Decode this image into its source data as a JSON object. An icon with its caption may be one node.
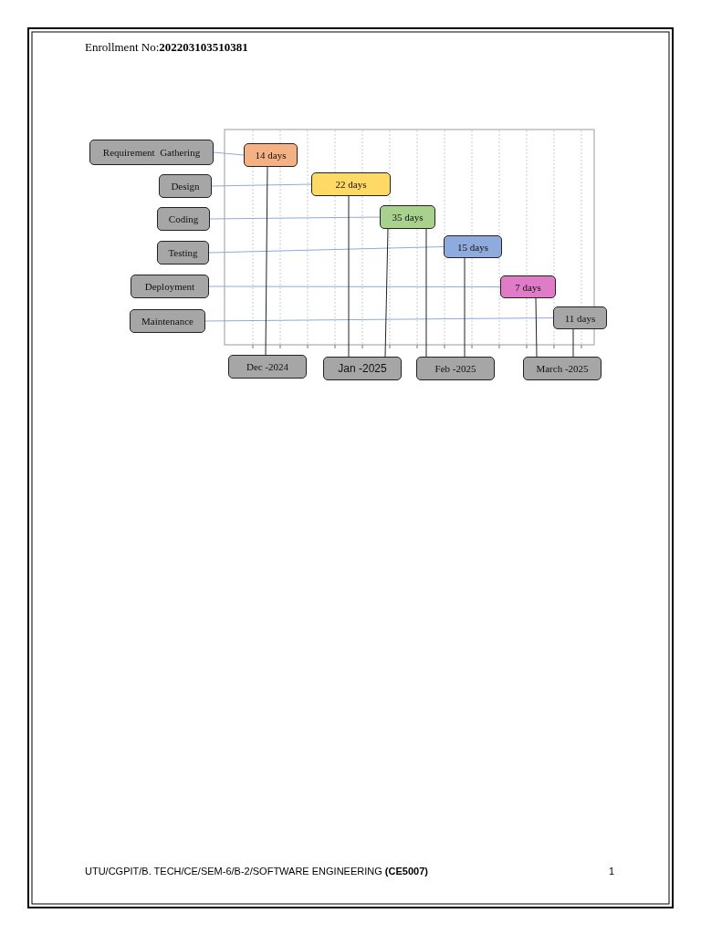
{
  "diagram": {
    "nodes": [
      {
        "text": [
          "Requirement  Gathering"
        ]
      },
      {
        "text": [
          "Design"
        ]
      },
      {
        "text": [
          "Coding"
        ]
      },
      {
        "text": [
          "Testing"
        ]
      },
      {
        "text": [
          "Deployment"
        ]
      },
      {
        "text": [
          "Maintenance"
        ]
      },
      {
        "text": [
          "14 days"
        ]
      },
      {
        "text": [
          "22 days"
        ]
      },
      {
        "text": [
          "35 days"
        ]
      },
      {
        "text": [
          "15 days"
        ]
      },
      {
        "text": [
          "7 days"
        ]
      },
      {
        "text": [
          "11 days"
        ]
      },
      {
        "text": [
          "Dec -2024"
        ]
      },
      {
        "text": [
          "Jan -2025"
        ]
      },
      {
        "text": [
          "Feb -2025"
        ]
      },
      {
        "text": [
          "March -2025"
        ]
      }
    ],
    "edges": [
      {
        "from": 0,
        "to": 6,
        "arrow": "none",
        "color": "#8eaadb"
      },
      {
        "from": 1,
        "to": 7,
        "arrow": "none",
        "color": "#8eaadb"
      },
      {
        "from": 2,
        "to": 8,
        "arrow": "none",
        "color": "#8eaadb"
      },
      {
        "from": 3,
        "to": 9,
        "arrow": "none",
        "color": "#8eaadb"
      },
      {
        "from": 4,
        "to": 10,
        "arrow": "none",
        "color": "#8eaadb"
      },
      {
        "from": 5,
        "to": 11,
        "arrow": "none",
        "color": "#8eaadb"
      },
      {
        "from": 6,
        "to": 12,
        "arrow": "none"
      },
      {
        "from": 7,
        "to": 13,
        "arrow": "none"
      },
      {
        "from": 8,
        "to": 13,
        "arrow": "none"
      },
      {
        "from": 8,
        "to": 14,
        "arrow": "none"
      },
      {
        "from": 9,
        "to": 14,
        "arrow": "none"
      },
      {
        "from": 10,
        "to": 15,
        "arrow": "none"
      },
      {
        "from": 11,
        "to": 15,
        "arrow": "none"
      }
    ],
    "labels": [
      "Enrollment No:**202203103510381**",
      "UTU/CGPIT/B. TECH/CE/SEM-6/B-2/SOFTWARE ENGINEERING **(CE5007)**",
      "1"
    ]
  }
}
